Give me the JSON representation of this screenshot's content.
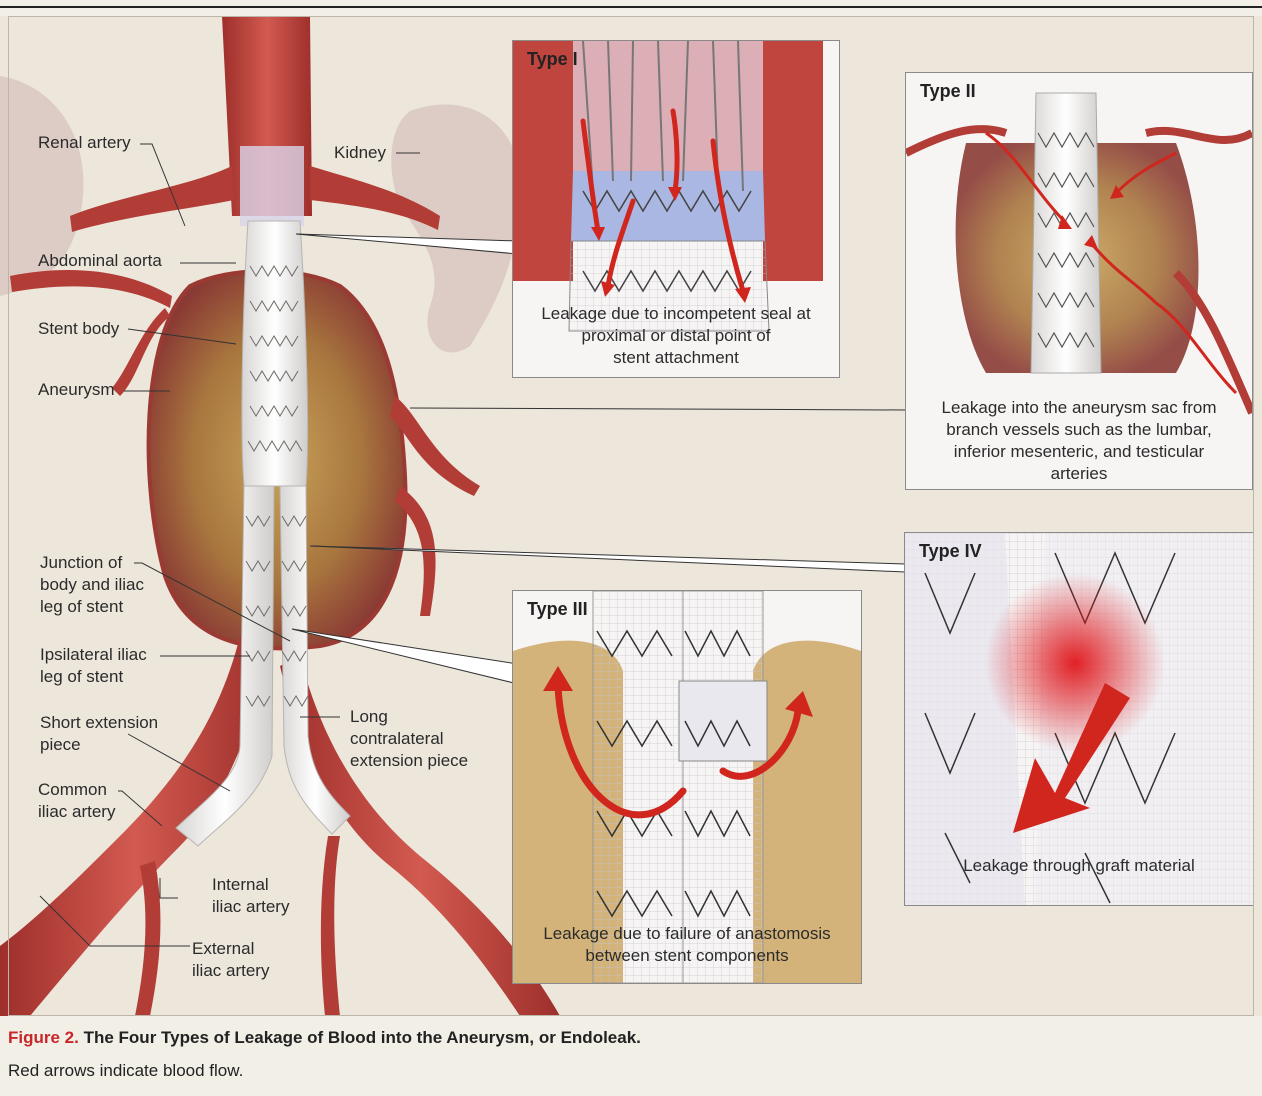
{
  "labels": {
    "renal_artery": "Renal artery",
    "kidney": "Kidney",
    "abdominal_aorta": "Abdominal aorta",
    "stent_body": "Stent body",
    "aneurysm": "Aneurysm",
    "junction": "Junction of\nbody and iliac\nleg of stent",
    "ipsilateral": "Ipsilateral iliac\nleg of stent",
    "short_extension": "Short extension\npiece",
    "long_extension": "Long\ncontralateral\nextension piece",
    "common_iliac": "Common\niliac artery",
    "internal_iliac": "Internal\niliac artery",
    "external_iliac": "External\niliac artery"
  },
  "panels": {
    "type1": {
      "title": "Type I",
      "caption": "Leakage due to incompetent seal at\nproximal or distal point of\nstent attachment"
    },
    "type2": {
      "title": "Type II",
      "caption": "Leakage into the aneurysm sac from\nbranch vessels such as the lumbar,\ninferior mesenteric, and testicular\narteries"
    },
    "type3": {
      "title": "Type III",
      "caption": "Leakage due to failure of anastomosis\nbetween stent components"
    },
    "type4": {
      "title": "Type IV",
      "caption": "Leakage through graft material"
    }
  },
  "caption": {
    "figure_number": "Figure 2.",
    "title": "The Four Types of Leakage of Blood into the Aneurysm, or Endoleak.",
    "body": "Red arrows indicate blood flow."
  },
  "colors": {
    "artery": "#c0453f",
    "aneurysm_sac": "#b98a4a",
    "stent": "#f4f3f0",
    "kidney": "#d9c9c2",
    "arrow": "#d0261e",
    "figure_number": "#c8262b"
  }
}
